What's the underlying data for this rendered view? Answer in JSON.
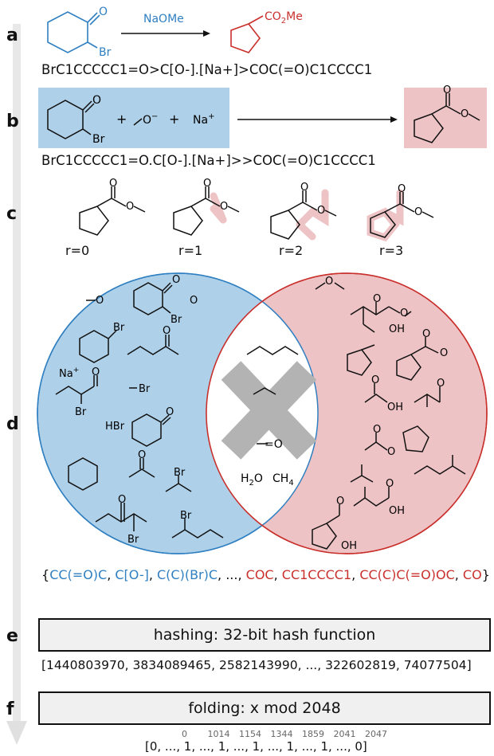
{
  "panels": {
    "a": "a",
    "b": "b",
    "c": "c",
    "d": "d",
    "e": "e",
    "f": "f"
  },
  "panel_a": {
    "reagent": "NaOMe",
    "smiles": "BrC1CCCCC1=O>C[O-].[Na+]>COC(=O)C1CCCC1",
    "reactant_o": "O",
    "reactant_br": "Br",
    "product_label": "CO",
    "product_sub": "2",
    "product_me": "Me"
  },
  "panel_b": {
    "plus1": "+",
    "plus2": "+",
    "methoxide_charge": "O",
    "methoxide_minus": "−",
    "sodium": "Na",
    "sodium_plus": "+",
    "o": "O",
    "br": "Br",
    "smiles": "BrC1CCCCC1=O.C[O-].[Na+]>>COC(=O)C1CCCC1"
  },
  "panel_c": {
    "radii": [
      "r=0",
      "r=1",
      "r=2",
      "r=3"
    ],
    "o": "O"
  },
  "panel_d": {
    "left_labels": {
      "oxide": "O",
      "na": "Na",
      "na_plus": "+",
      "br": "Br",
      "hbr": "HBr",
      "o": "O"
    },
    "middle_labels": {
      "oxo": "=O",
      "h2o": "H",
      "h2o_sub": "2",
      "h2o_tail": "O",
      "ch4": "CH",
      "ch4_sub": "4"
    },
    "right_labels": {
      "oh": "OH",
      "o": "O"
    },
    "fragments_open": "{",
    "fragments_blue": [
      "CC(=O)C",
      "C[O-]",
      "C(C)(Br)C"
    ],
    "fragments_ellipsis": "...",
    "fragments_red": [
      "COC",
      "CC1CCCC1",
      "CC(C)C(=O)OC",
      "CO"
    ],
    "fragments_close": "}"
  },
  "panel_e": {
    "box_label": "hashing: 32-bit hash function",
    "values": "[1440803970, 3834089465, 2582143990, ..., 322602819, 74077504]"
  },
  "panel_f": {
    "box_label": "folding: x mod 2048",
    "indices": [
      "0",
      "1014",
      "1154",
      "1344",
      "1859",
      "2041",
      "2047"
    ],
    "vector": "[0, ..., 1, ..., 1, ..., 1, ..., 1, ..., 1, ..., 0]"
  },
  "colors": {
    "blue": "#2f7fc1",
    "red": "#c9302c",
    "blue_fill": "#aed0e8",
    "red_fill": "#eec3c5",
    "gray": "#b3b3b3"
  }
}
